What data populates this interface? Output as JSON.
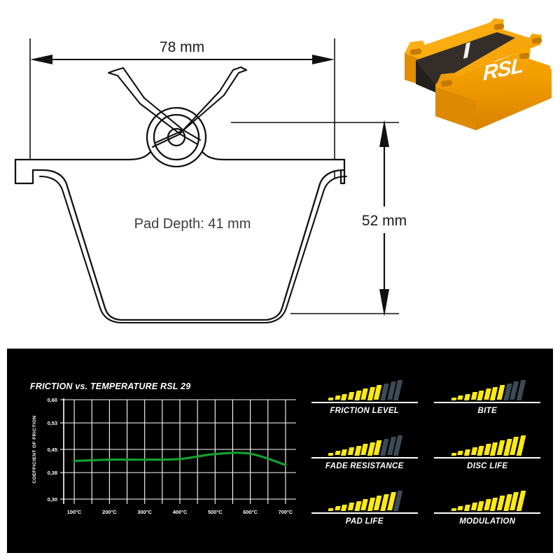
{
  "drawing": {
    "width_dimension": "78 mm",
    "height_dimension": "52 mm",
    "pad_depth_label": "Pad Depth: 41 mm"
  },
  "product_photo": {
    "logo_text": "RSL",
    "pad_color": "#F5A800",
    "friction_material_color": "#2e2a26"
  },
  "panel": {
    "background": "#000000",
    "accent_yellow": "#FCEA10",
    "inactive_gray": "#3c4a55",
    "curve_color": "#14a02e"
  },
  "chart_data": {
    "type": "line",
    "title": "FRICTION vs. TEMPERATURE RSL 29",
    "xlabel": "",
    "ylabel": "COEFFICIENT OF FRICTION",
    "x": [
      100,
      200,
      300,
      400,
      500,
      600,
      700
    ],
    "x_tick_labels": [
      "100°C",
      "200°C",
      "300°C",
      "400°C",
      "500°C",
      "600°C",
      "700°C"
    ],
    "y_tick_labels": [
      "0,30",
      "0,38",
      "0,45",
      "0,53",
      "0,60"
    ],
    "y_ticks": [
      0.3,
      0.38,
      0.45,
      0.53,
      0.6
    ],
    "xlim": [
      70,
      730
    ],
    "ylim": [
      0.3,
      0.6
    ],
    "grid": true,
    "legend": "none",
    "series": [
      {
        "name": "RSL 29",
        "color": "#14a02e",
        "values": [
          0.415,
          0.419,
          0.419,
          0.421,
          0.436,
          0.437,
          0.403
        ]
      }
    ]
  },
  "ratings": {
    "max": 11,
    "items": [
      {
        "label": "FRICTION LEVEL",
        "value": 8,
        "max": 11
      },
      {
        "label": "BITE",
        "value": 8,
        "max": 11
      },
      {
        "label": "FADE RESISTANCE",
        "value": 8,
        "max": 11
      },
      {
        "label": "DISC LIFE",
        "value": 11,
        "max": 11
      },
      {
        "label": "PAD LIFE",
        "value": 10,
        "max": 11
      },
      {
        "label": "MODULATION",
        "value": 11,
        "max": 11
      }
    ]
  }
}
